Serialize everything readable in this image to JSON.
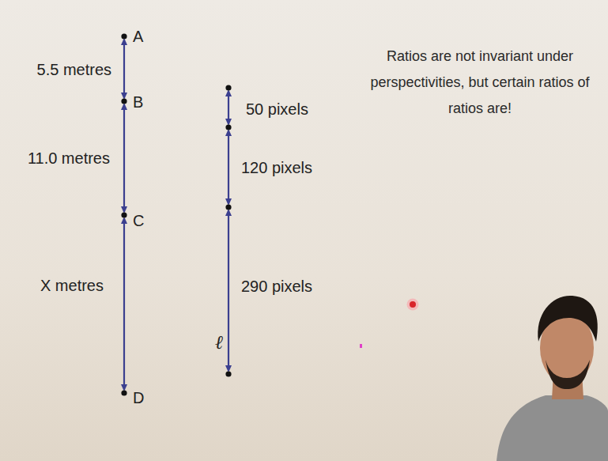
{
  "diagram": {
    "labels": [
      "A",
      "5.5 metres",
      "B",
      "11.0 metres",
      "C",
      "X metres",
      "D",
      "50 pixels",
      "120 pixels",
      "290 pixels",
      "ℓ",
      "Ratios are not invariant under perspectivities, but certain ratios of ratios are!"
    ]
  }
}
